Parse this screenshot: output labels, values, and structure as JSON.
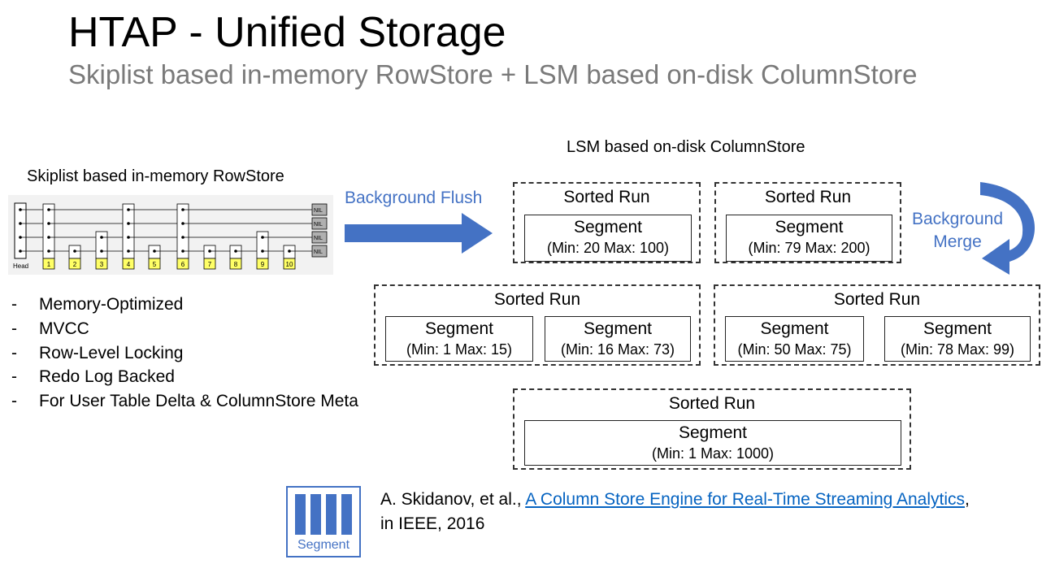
{
  "slide": {
    "title_bold": "HTAP",
    "title_rest": " - Unified Storage",
    "subtitle": "Skiplist based in-memory RowStore + LSM based on-disk ColumnStore"
  },
  "rowstore": {
    "label": "Skiplist based in-memory RowStore",
    "head_label": "Head",
    "nil_label": "NIL",
    "nodes": [
      "1",
      "2",
      "3",
      "4",
      "5",
      "6",
      "7",
      "8",
      "9",
      "10"
    ],
    "features": [
      "Memory-Optimized",
      "MVCC",
      "Row-Level Locking",
      "Redo Log Backed",
      "For User Table Delta & ColumnStore Meta"
    ],
    "bullet": "-"
  },
  "flush": {
    "label": "Background Flush"
  },
  "merge": {
    "label_line1": "Background",
    "label_line2": "Merge"
  },
  "columnstore": {
    "label": "LSM based on-disk ColumnStore",
    "run_label": "Sorted Run",
    "segment_label": "Segment",
    "runs": [
      {
        "segments": [
          "(Min: 20 Max: 100)"
        ]
      },
      {
        "segments": [
          "(Min: 79 Max: 200)"
        ]
      },
      {
        "segments": [
          "(Min: 1 Max: 15)",
          "(Min: 16 Max: 73)"
        ]
      },
      {
        "segments": [
          "(Min: 50 Max: 75)",
          "(Min: 78 Max: 99)"
        ]
      },
      {
        "segments": [
          "(Min: 1 Max: 1000)"
        ]
      }
    ]
  },
  "legend": {
    "icon_label": "Segment"
  },
  "citation": {
    "prefix": "A. Skidanov, et al., ",
    "link_text": "A Column Store Engine for Real-Time Streaming Analytics",
    "suffix": ",",
    "line2": "in IEEE, 2016"
  },
  "colors": {
    "accent": "#4472c4",
    "node_fill": "#ffff66",
    "nil_fill": "#b0b0b0",
    "link": "#0563c1"
  }
}
